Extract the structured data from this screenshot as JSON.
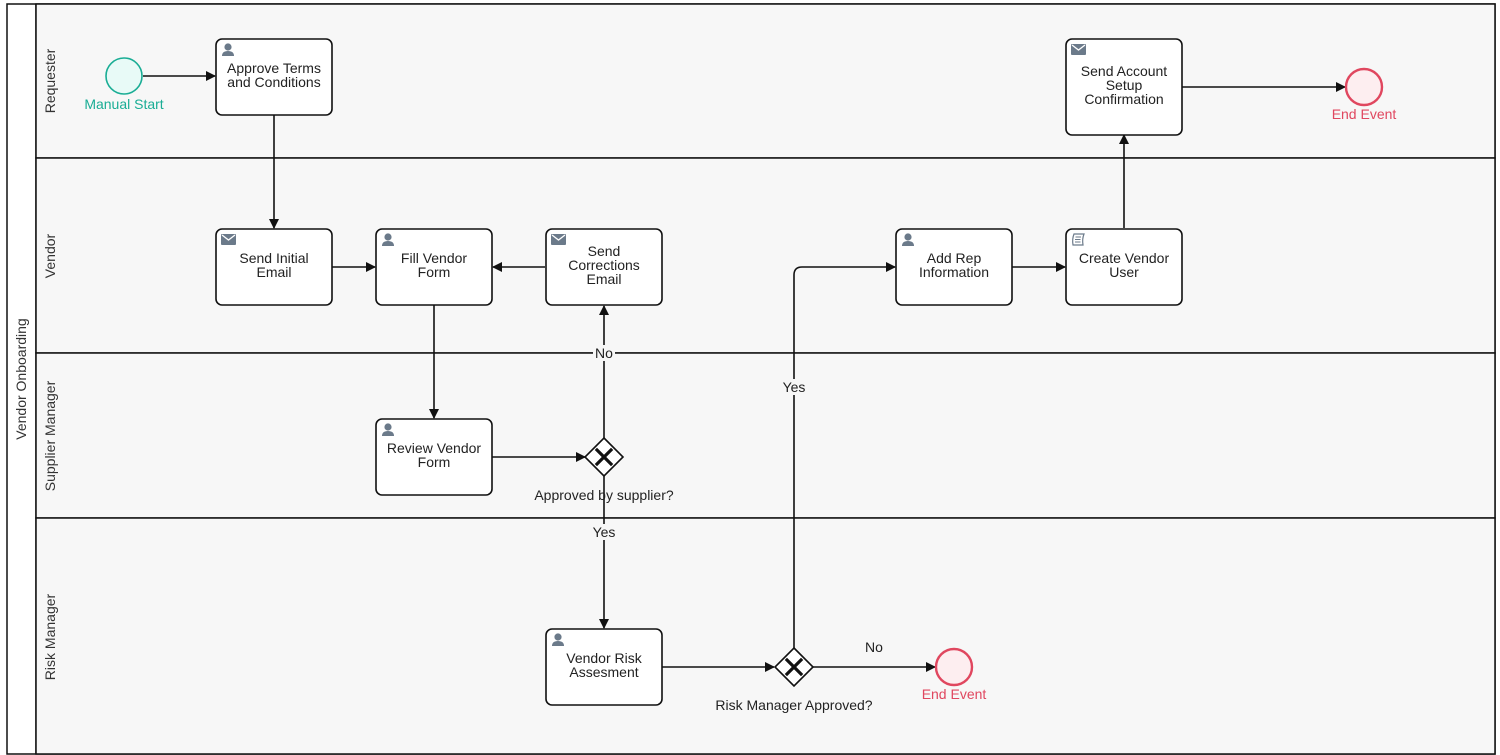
{
  "pool": {
    "label": "Vendor Onboarding"
  },
  "lanes": [
    {
      "key": "requester",
      "label": "Requester"
    },
    {
      "key": "vendor",
      "label": "Vendor"
    },
    {
      "key": "supplier_manager",
      "label": "Supplier Manager"
    },
    {
      "key": "risk_manager",
      "label": "Risk Manager"
    }
  ],
  "events": {
    "start": {
      "label": "Manual Start",
      "color": "#1aad95",
      "fill": "#e8faf7"
    },
    "end_requester": {
      "label": "End Event",
      "color": "#e0475f",
      "fill": "#fdeef0"
    },
    "end_risk": {
      "label": "End Event",
      "color": "#e0475f",
      "fill": "#fdeef0"
    }
  },
  "tasks": {
    "approve_terms": {
      "icon": "user-icon",
      "lines": [
        "Approve Terms",
        "and Conditions"
      ]
    },
    "send_initial_email": {
      "icon": "envelope-icon",
      "lines": [
        "Send Initial",
        "Email"
      ]
    },
    "fill_vendor_form": {
      "icon": "user-icon",
      "lines": [
        "Fill Vendor",
        "Form"
      ]
    },
    "send_corrections_email": {
      "icon": "envelope-icon",
      "lines": [
        "Send",
        "Corrections",
        "Email"
      ]
    },
    "review_vendor_form": {
      "icon": "user-icon",
      "lines": [
        "Review Vendor",
        "Form"
      ]
    },
    "add_rep_information": {
      "icon": "user-icon",
      "lines": [
        "Add Rep",
        "Information"
      ]
    },
    "create_vendor_user": {
      "icon": "script-icon",
      "lines": [
        "Create Vendor",
        "User"
      ]
    },
    "send_account_setup": {
      "icon": "envelope-icon",
      "lines": [
        "Send Account",
        "Setup",
        "Confirmation"
      ]
    },
    "vendor_risk_assessment": {
      "icon": "user-icon",
      "lines": [
        "Vendor Risk",
        "Assesment"
      ]
    }
  },
  "gateways": {
    "approved_by_supplier": {
      "label": "Approved by supplier?"
    },
    "risk_manager_approved": {
      "label": "Risk Manager Approved?"
    }
  },
  "flow_labels": {
    "supplier_no": "No",
    "supplier_yes": "Yes",
    "risk_yes": "Yes",
    "risk_no": "No"
  },
  "colors": {
    "lane_fill": "#f7f7f7",
    "stroke": "#111111",
    "icon": "#6b7a8a"
  }
}
